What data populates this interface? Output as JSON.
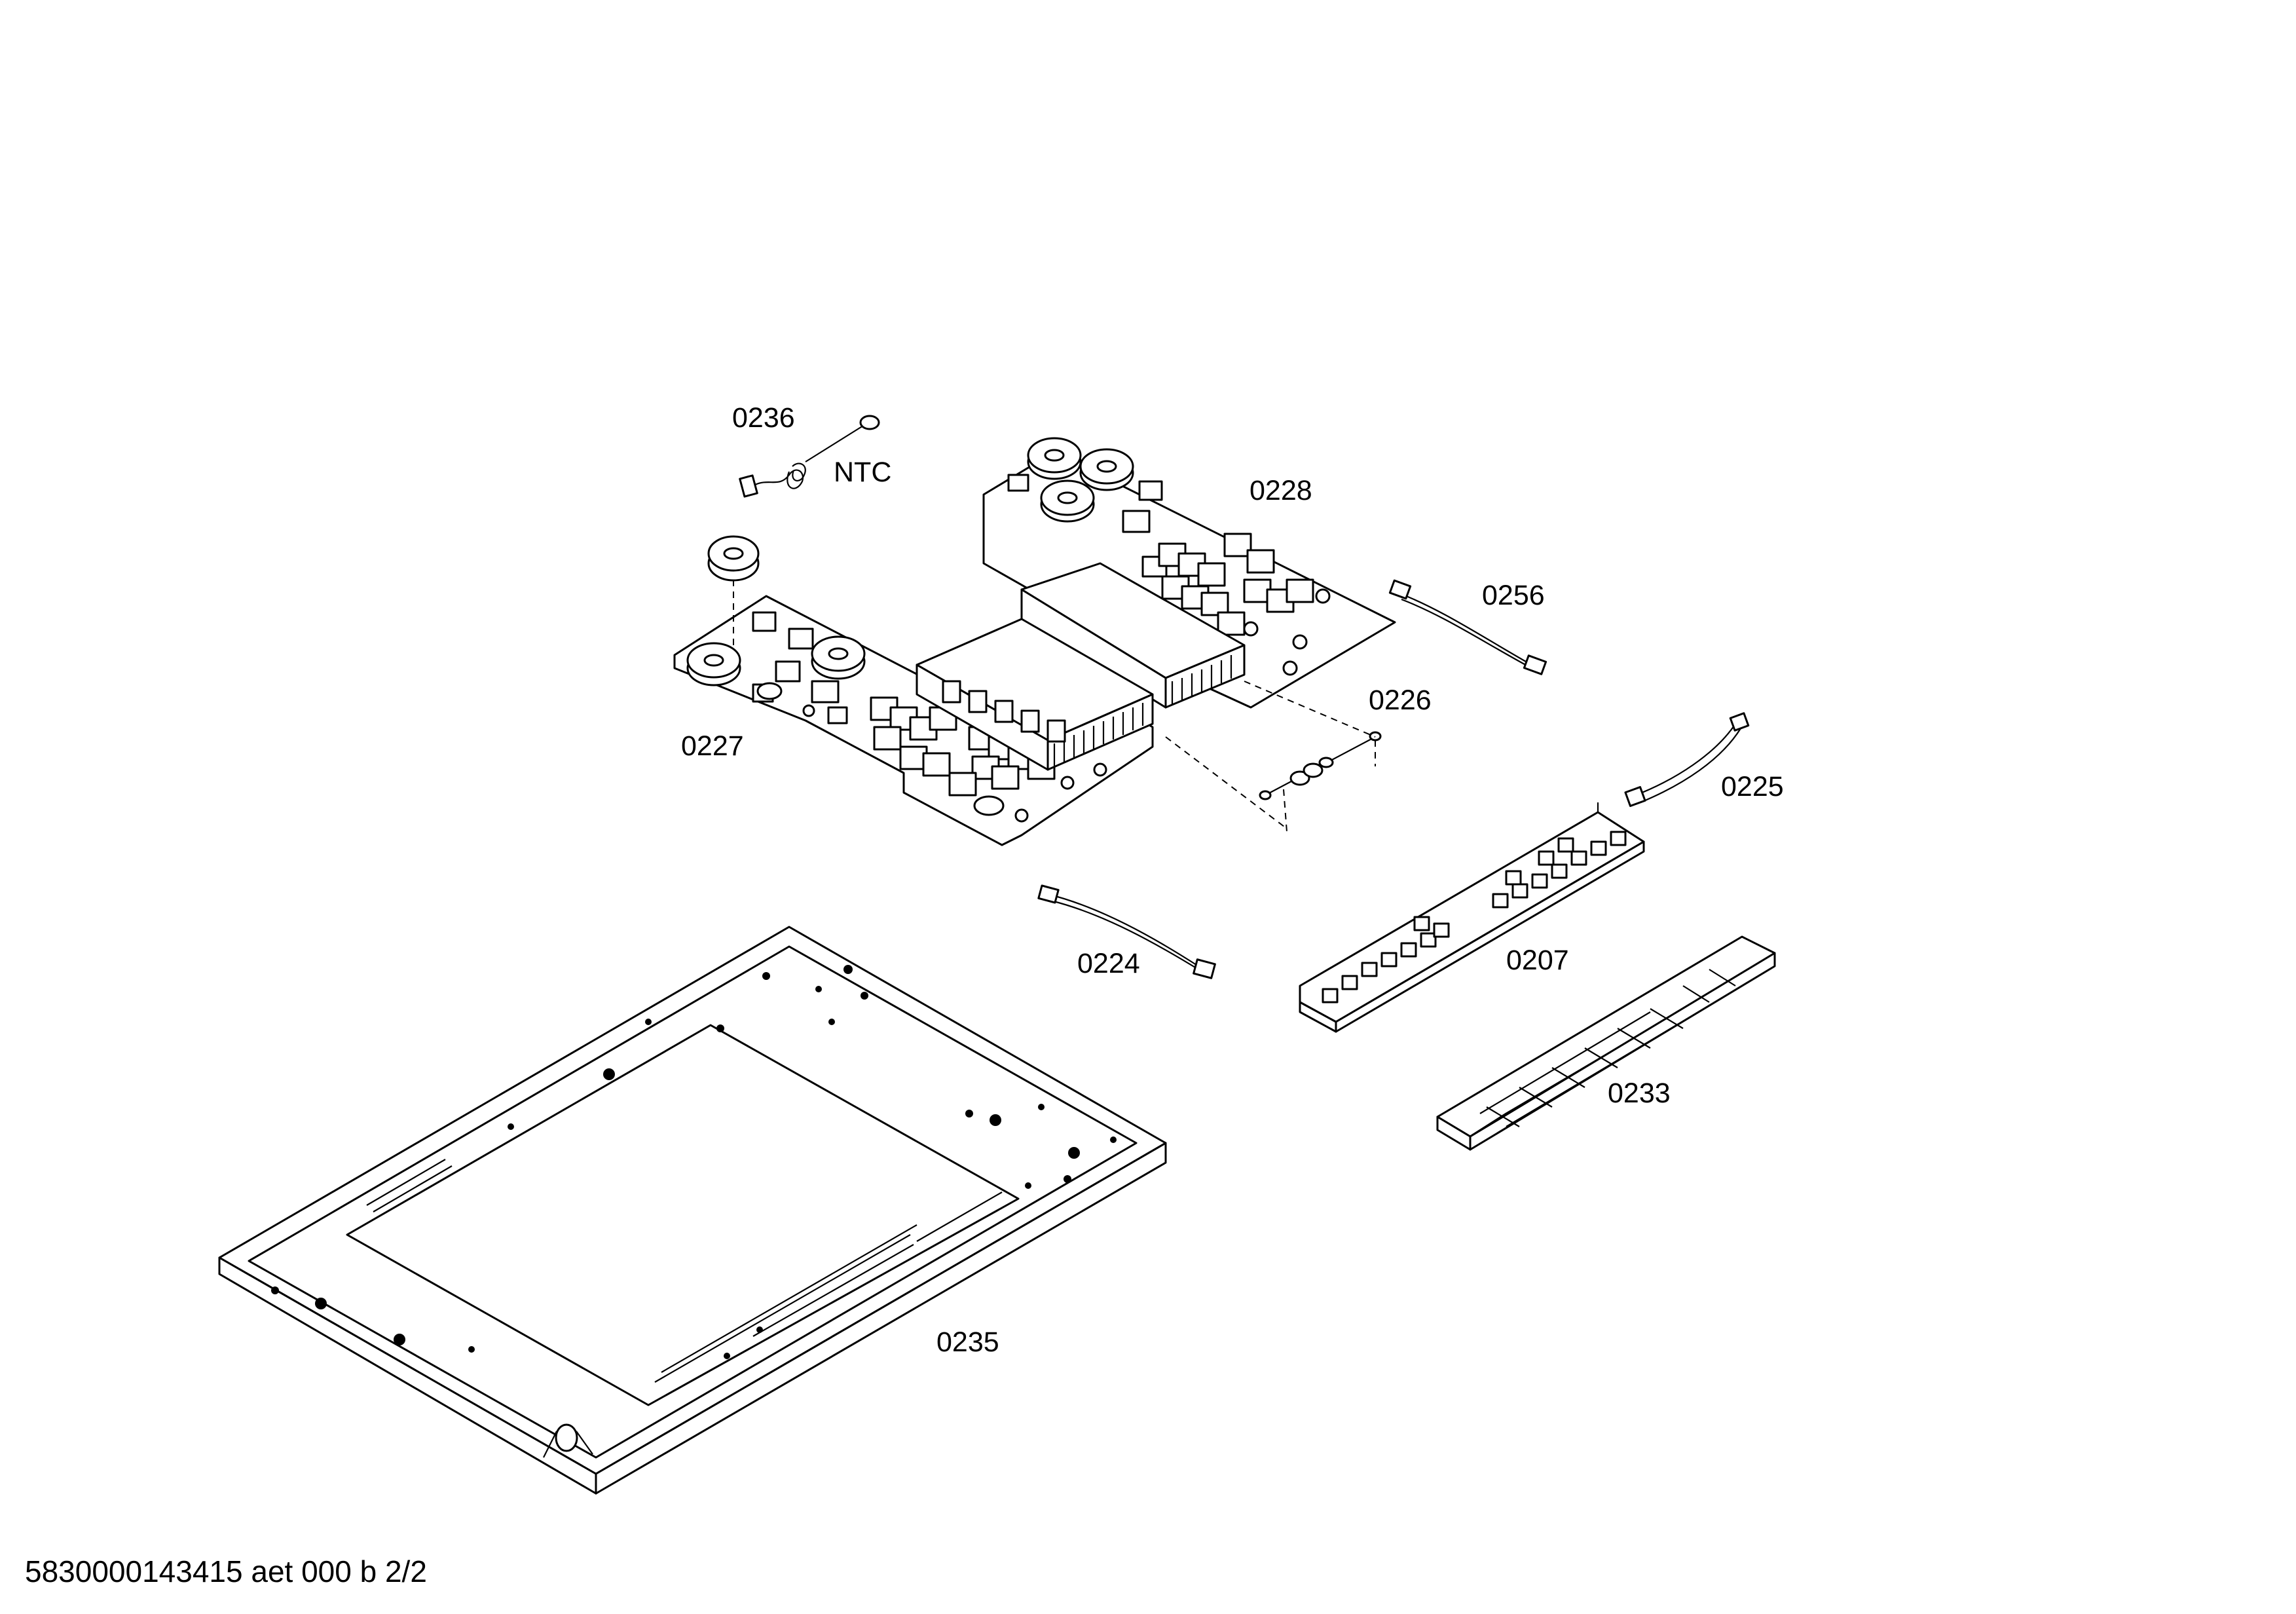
{
  "labels": {
    "p0236": "0236",
    "ntc": "NTC",
    "p0228": "0228",
    "p0256": "0256",
    "p0226": "0226",
    "p0227": "0227",
    "p0225": "0225",
    "p0224": "0224",
    "p0207": "0207",
    "p0233": "0233",
    "p0235": "0235"
  },
  "footer": {
    "doc_id": "5830000143415 aet 000 b 2/2"
  }
}
